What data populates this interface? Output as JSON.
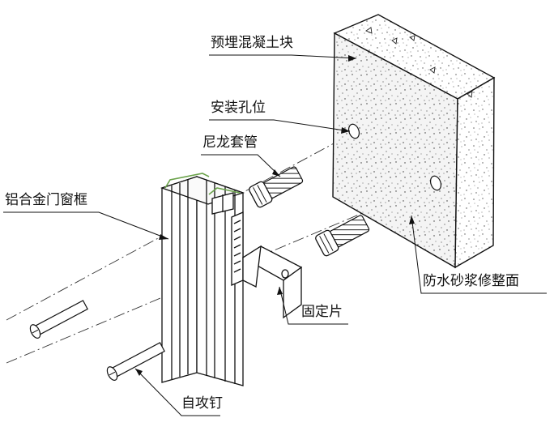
{
  "labels": {
    "precast_block": "预埋混凝土块",
    "mounting_hole": "安装孔位",
    "nylon_sleeve": "尼龙套管",
    "aluminum_frame": "铝合金门窗框",
    "mortar_face": "防水砂浆修整面",
    "fixing_plate": "固定片",
    "screw": "自攻钉"
  }
}
